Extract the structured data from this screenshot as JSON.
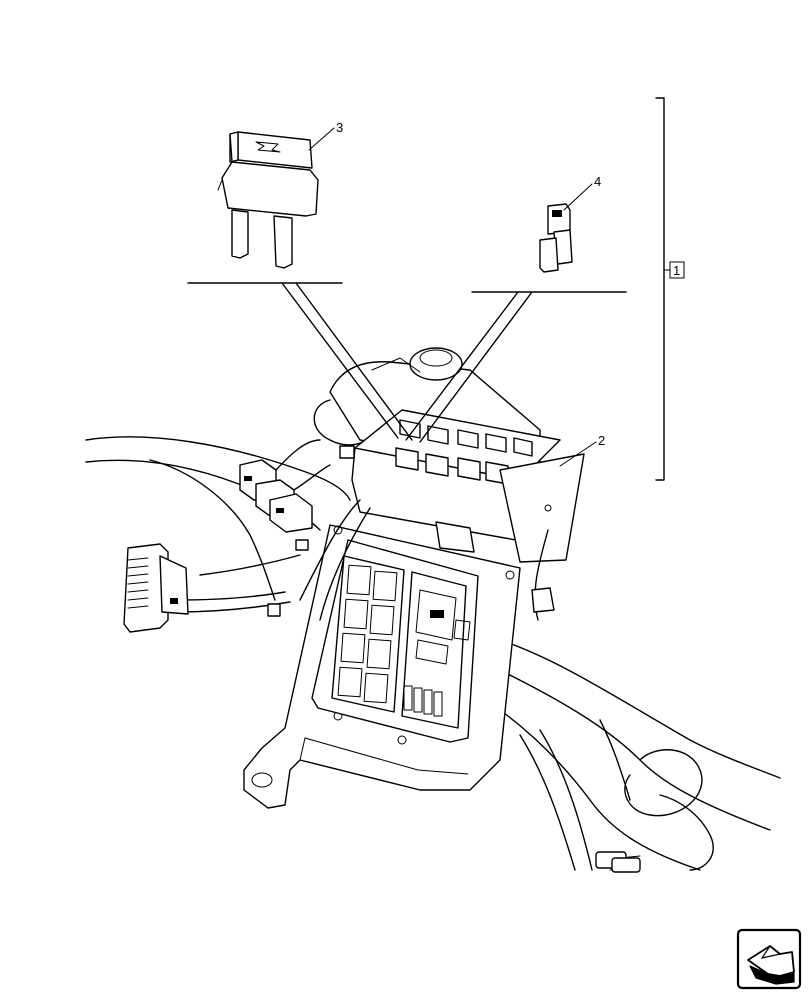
{
  "callouts": {
    "one": "1",
    "two": "2",
    "three": "3",
    "four": "4"
  },
  "icons": {
    "navigation": "page-back-arrow-icon"
  }
}
